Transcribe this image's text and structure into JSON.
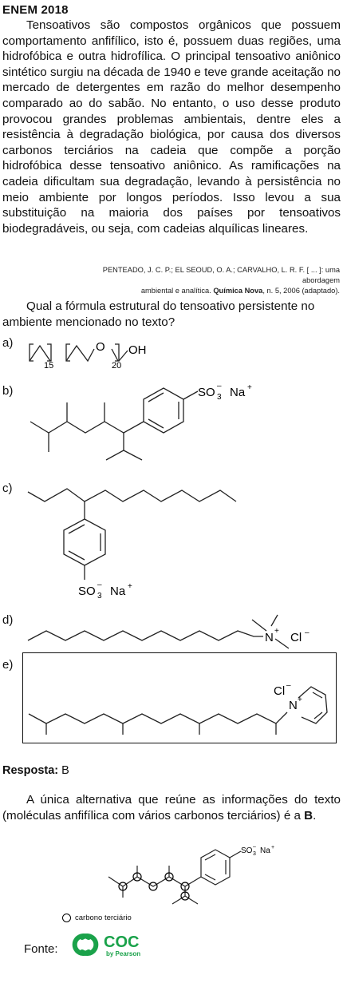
{
  "title": "ENEM 2018",
  "paragraph": "Tensoativos são compostos orgânicos que possuem comportamento anfifílico, isto é, possuem duas regiões, uma hidrofóbica e outra hidrofílica. O principal tensoativo aniônico sintético surgiu na década de 1940 e teve grande aceitação no mercado de detergentes em razão do melhor desempenho comparado ao do sabão. No entanto, o uso desse produto provocou grandes problemas ambientais, dentre eles a resistência à degradação biológica, por causa dos diversos carbonos terciários na cadeia que compõe a porção hidrofóbica desse tensoativo aniônico. As ramificações na cadeia dificultam sua degradação, levando à persistência no meio ambiente por longos períodos. Isso levou a sua substituição na maioria dos países por tensoativos biodegradáveis, ou seja, com cadeias alquílicas lineares.",
  "citation": {
    "line1": "PENTEADO, J. C. P.; EL SEOUD, O. A.; CARVALHO, L. R. F. [ ... ]: uma abordagem",
    "line2_pre": "ambiental e analítica. ",
    "journal": "Química Nova",
    "line2_post": ", n. 5, 2006 (adaptado)."
  },
  "question": "Qual a fórmula estrutural do tensoativo persistente no ambiente mencionado no texto?",
  "options": {
    "a": {
      "label": "a)",
      "sub15": "15",
      "sub20": "20",
      "oxygen": "O",
      "oh": "OH"
    },
    "b": {
      "label": "b)",
      "group": "SO",
      "sub": "3",
      "charge": "–",
      "counter": "Na",
      "counter_charge": "+"
    },
    "c": {
      "label": "c)",
      "group": "SO",
      "sub": "3",
      "charge": "–",
      "counter": "Na",
      "counter_charge": "+"
    },
    "d": {
      "label": "d)",
      "n": "N",
      "n_charge": "+",
      "anion": "Cl",
      "anion_charge": "–"
    },
    "e": {
      "label": "e)",
      "n": "N",
      "n_charge": "+",
      "anion": "Cl",
      "anion_charge": "–"
    }
  },
  "answer": {
    "label": "Resposta:",
    "value": "B"
  },
  "explanation_pre": "A única alternativa que reúne as informações do texto (moléculas anfifílica com vários carbonos terciários) é a ",
  "explanation_bold": "B",
  "explanation_post": ".",
  "figure": {
    "group": "SO",
    "sub": "3",
    "charge": "–",
    "counter": "Na",
    "counter_charge": "+"
  },
  "legend": "carbono terciário",
  "source_label": "Fonte:",
  "logo": {
    "name": "COC",
    "tagline": "by Pearson",
    "color": "#1aa24a"
  }
}
